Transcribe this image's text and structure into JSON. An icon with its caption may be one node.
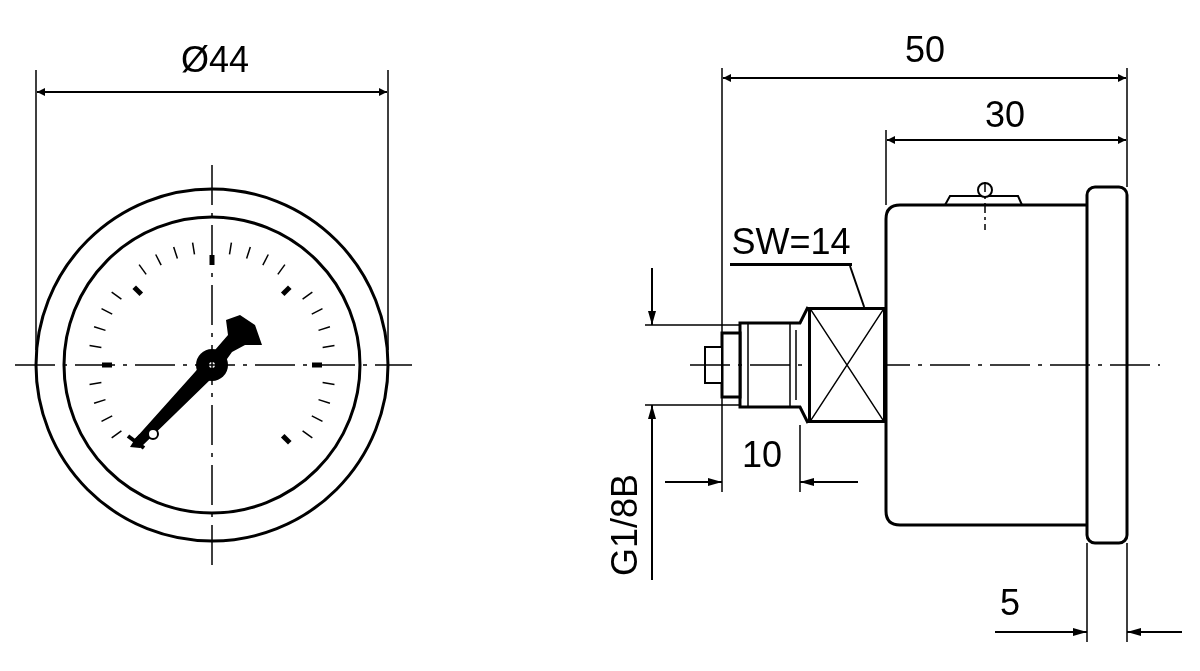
{
  "diagram": {
    "nodes": [
      {
        "text": [
          "SW=14"
        ]
      },
      {
        "text": [],
        "shape": "box"
      }
    ],
    "edges": [
      {
        "from": 0,
        "to": 1,
        "arrow": "none"
      }
    ],
    "labels": [
      "Ø44",
      "50",
      "30",
      "10",
      "G1/8B",
      "5"
    ]
  }
}
